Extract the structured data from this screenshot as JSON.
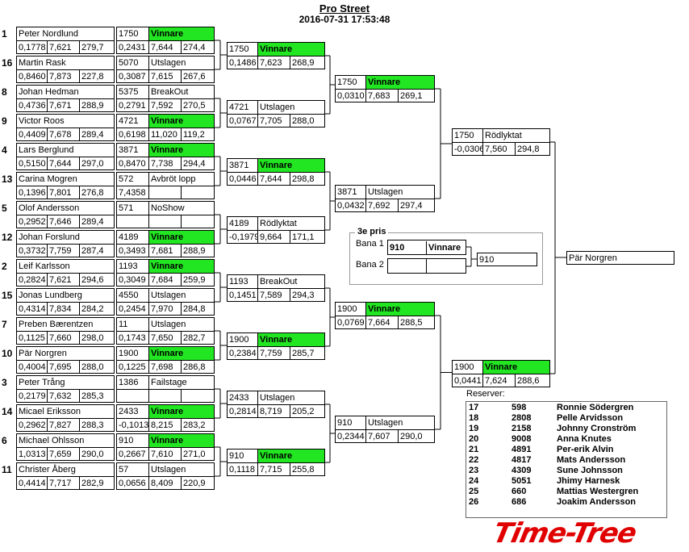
{
  "title": "Pro Street",
  "timestamp": "2016-07-31 17:53:48",
  "round1": [
    {
      "seed": "1",
      "name": "Peter Nordlund",
      "rt": "0,1778",
      "et": "7,621",
      "speed": "279,7",
      "num": "1750",
      "status": "Vinnare",
      "r2": "0,2431",
      "e2": "7,644",
      "s2": "274,4"
    },
    {
      "seed": "16",
      "name": "Martin Rask",
      "rt": "0,8460",
      "et": "7,873",
      "speed": "227,8",
      "num": "5070",
      "status": "Utslagen",
      "r2": "0,3087",
      "e2": "7,615",
      "s2": "267,6"
    },
    {
      "seed": "8",
      "name": "Johan Hedman",
      "rt": "0,4736",
      "et": "7,671",
      "speed": "288,9",
      "num": "5375",
      "status": "BreakOut",
      "r2": "0,2791",
      "e2": "7,592",
      "s2": "270,5"
    },
    {
      "seed": "9",
      "name": "Victor Roos",
      "rt": "0,4409",
      "et": "7,678",
      "speed": "289,4",
      "num": "4721",
      "status": "Vinnare",
      "r2": "0,6198",
      "e2": "11,020",
      "s2": "119,2"
    },
    {
      "seed": "4",
      "name": "Lars Berglund",
      "rt": "0,5150",
      "et": "7,644",
      "speed": "297,0",
      "num": "3871",
      "status": "Vinnare",
      "r2": "0,8470",
      "e2": "7,738",
      "s2": "294,4"
    },
    {
      "seed": "13",
      "name": "Carina Mogren",
      "rt": "0,1396",
      "et": "7,801",
      "speed": "276,8",
      "num": "572",
      "status": "Avbröt lopp",
      "r2": "7,4358",
      "e2": "",
      "s2": ""
    },
    {
      "seed": "5",
      "name": "Olof Andersson",
      "rt": "0,2952",
      "et": "7,646",
      "speed": "289,4",
      "num": "571",
      "status": "NoShow",
      "r2": "",
      "e2": "",
      "s2": ""
    },
    {
      "seed": "12",
      "name": "Johan Forslund",
      "rt": "0,3732",
      "et": "7,759",
      "speed": "287,4",
      "num": "4189",
      "status": "Vinnare",
      "r2": "0,3493",
      "e2": "7,681",
      "s2": "288,9"
    },
    {
      "seed": "2",
      "name": "Leif Karlsson",
      "rt": "0,2824",
      "et": "7,621",
      "speed": "294,6",
      "num": "1193",
      "status": "Vinnare",
      "r2": "0,3049",
      "e2": "7,684",
      "s2": "259,9"
    },
    {
      "seed": "15",
      "name": "Jonas Lundberg",
      "rt": "0,4314",
      "et": "7,834",
      "speed": "284,2",
      "num": "4550",
      "status": "Utslagen",
      "r2": "0,2454",
      "e2": "7,970",
      "s2": "284,8"
    },
    {
      "seed": "7",
      "name": "Preben Bærentzen",
      "rt": "0,1125",
      "et": "7,660",
      "speed": "298,0",
      "num": "11",
      "status": "Utslagen",
      "r2": "0,1743",
      "e2": "7,650",
      "s2": "282,7"
    },
    {
      "seed": "10",
      "name": "Pär  Norgren",
      "rt": "0,4004",
      "et": "7,695",
      "speed": "288,0",
      "num": "1900",
      "status": "Vinnare",
      "r2": "0,1225",
      "e2": "7,698",
      "s2": "286,8"
    },
    {
      "seed": "3",
      "name": "Peter Trång",
      "rt": "0,2179",
      "et": "7,632",
      "speed": "285,3",
      "num": "1386",
      "status": "Failstage",
      "r2": "",
      "e2": "",
      "s2": ""
    },
    {
      "seed": "14",
      "name": "Micael Eriksson",
      "rt": "0,2962",
      "et": "7,827",
      "speed": "288,3",
      "num": "2433",
      "status": "Vinnare",
      "r2": "-0,1013",
      "e2": "8,215",
      "s2": "283,2"
    },
    {
      "seed": "6",
      "name": "Michael Ohlsson",
      "rt": "1,0313",
      "et": "7,659",
      "speed": "290,0",
      "num": "910",
      "status": "Vinnare",
      "r2": "0,2667",
      "e2": "7,610",
      "s2": "271,0"
    },
    {
      "seed": "11",
      "name": "Christer Åberg",
      "rt": "0,4414",
      "et": "7,717",
      "speed": "282,9",
      "num": "57",
      "status": "Utslagen",
      "r2": "0,0656",
      "e2": "8,409",
      "s2": "220,9"
    }
  ],
  "round2": [
    {
      "num": "1750",
      "status": "Vinnare",
      "rt": "0,1486",
      "et": "7,623",
      "speed": "268,9"
    },
    {
      "num": "4721",
      "status": "Utslagen",
      "rt": "0,0767",
      "et": "7,705",
      "speed": "288,0"
    },
    {
      "num": "3871",
      "status": "Vinnare",
      "rt": "0,0446",
      "et": "7,644",
      "speed": "298,8"
    },
    {
      "num": "4189",
      "status": "Rödlyktat",
      "rt": "-0,1979",
      "et": "9,664",
      "speed": "171,1"
    },
    {
      "num": "1193",
      "status": "BreakOut",
      "rt": "0,1451",
      "et": "7,589",
      "speed": "294,3"
    },
    {
      "num": "1900",
      "status": "Vinnare",
      "rt": "0,2384",
      "et": "7,759",
      "speed": "285,7"
    },
    {
      "num": "2433",
      "status": "Utslagen",
      "rt": "0,2814",
      "et": "8,719",
      "speed": "205,2"
    },
    {
      "num": "910",
      "status": "Vinnare",
      "rt": "0,1118",
      "et": "7,715",
      "speed": "255,8"
    }
  ],
  "round3": [
    {
      "num": "1750",
      "status": "Vinnare",
      "rt": "0,0310",
      "et": "7,683",
      "speed": "269,1"
    },
    {
      "num": "3871",
      "status": "Utslagen",
      "rt": "0,0432",
      "et": "7,692",
      "speed": "297,4"
    },
    {
      "num": "1900",
      "status": "Vinnare",
      "rt": "0,0769",
      "et": "7,664",
      "speed": "288,5"
    },
    {
      "num": "910",
      "status": "Utslagen",
      "rt": "0,2344",
      "et": "7,607",
      "speed": "290,0"
    }
  ],
  "semi": [
    {
      "num": "1750",
      "status": "Rödlyktat",
      "rt": "-0,0306",
      "et": "7,560",
      "speed": "294,8"
    },
    {
      "num": "1900",
      "status": "Vinnare",
      "rt": "0,0441",
      "et": "7,624",
      "speed": "288,6"
    }
  ],
  "winner": "Pär  Norgren",
  "third": {
    "title": "3e pris",
    "lane1_label": "Bana 1",
    "lane2_label": "Bana 2",
    "lane1_num": "910",
    "lane1_status": "Vinnare",
    "result": "910"
  },
  "reserves_title": "Reserver:",
  "reserves": [
    {
      "pos": "17",
      "num": "598",
      "name": "Ronnie Södergren"
    },
    {
      "pos": "18",
      "num": "2808",
      "name": "Pelle Arvidsson"
    },
    {
      "pos": "19",
      "num": "2158",
      "name": "Johnny Cronström"
    },
    {
      "pos": "20",
      "num": "9008",
      "name": "Anna Knutes"
    },
    {
      "pos": "21",
      "num": "4891",
      "name": "Per-erik Alvin"
    },
    {
      "pos": "22",
      "num": "4817",
      "name": "Mats Andersson"
    },
    {
      "pos": "23",
      "num": "4309",
      "name": "Sune Johnsson"
    },
    {
      "pos": "24",
      "num": "5051",
      "name": "Jhimy Harnesk"
    },
    {
      "pos": "25",
      "num": "660",
      "name": "Mattias  Westergren"
    },
    {
      "pos": "26",
      "num": "686",
      "name": "Joakim Andersson"
    }
  ],
  "logo": "Time-Tree",
  "colors": {
    "winner_green": "#22e622",
    "logo_red": "#e00000"
  }
}
